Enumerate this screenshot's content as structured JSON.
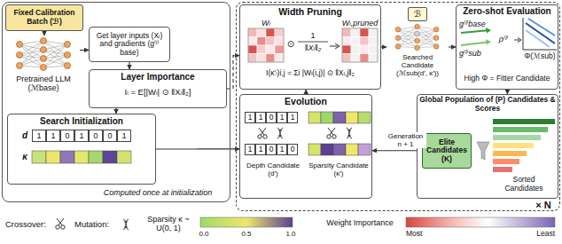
{
  "diagram": {
    "nodes": [
      {
        "text": [
          "Computed once at initialization"
        ]
      },
      {
        "text": [
          "Fixed Calibration Batch (ℬ)"
        ],
        "in": 0
      },
      {
        "text": [
          "Pretrained LLM (ℳbase)"
        ],
        "in": 0
      },
      {
        "text": [
          "Get layer inputs (Xₗ) and gradients (g⁽ˡ⁾base)"
        ],
        "in": 0
      },
      {
        "text": [
          "Layer Importance",
          "Iₗ = E[|Wₗ| ⊙ ‖Xₗ‖₂]"
        ],
        "in": 0
      },
      {
        "text": [
          "Search Initialization"
        ],
        "in": 0
      },
      {
        "text": [
          "× N"
        ]
      },
      {
        "text": [
          "Width Pruning",
          "I(κ′ₗ)i,j = Σi |Wₗ(i,j)| ⊙ ‖Xₗ,j‖₂"
        ],
        "in": 6
      },
      {
        "text": [
          "Searched Candidate (ℳsub(d′, κ′))"
        ],
        "in": 6
      },
      {
        "text": [
          "ℬ"
        ],
        "in": 8
      },
      {
        "text": [
          "Zero-shot Evaluation",
          "High Φ = Fitter Candidate"
        ],
        "in": 6
      },
      {
        "text": [
          "Global Population of (P) Candidates & Scores",
          "Sorted Candidates"
        ],
        "in": 6
      },
      {
        "text": [
          "Elite Candidates (K)"
        ],
        "in": 11
      },
      {
        "text": [
          "Evolution",
          "Depth Candidate (d′)",
          "Sparsity Candidate (κ′)"
        ],
        "in": 6
      }
    ],
    "edges": [
      {
        "from": 1,
        "to": 2,
        "arrow": "to"
      },
      {
        "from": 2,
        "to": 3,
        "arrow": "to"
      },
      {
        "from": 3,
        "to": 4,
        "arrow": "to"
      },
      {
        "from": 4,
        "to": 5,
        "arrow": "to"
      },
      {
        "from": 4,
        "to": 7,
        "arrow": "to"
      },
      {
        "from": 5,
        "to": 13,
        "arrow": "to"
      },
      {
        "from": 7,
        "to": 8,
        "arrow": "to"
      },
      {
        "from": 8,
        "to": 10,
        "arrow": "to"
      },
      {
        "from": 10,
        "to": 11,
        "arrow": "to"
      },
      {
        "from": 11,
        "to": 13,
        "label": "Generation n + 1",
        "arrow": "to"
      },
      {
        "from": 13,
        "to": 7,
        "arrow": "to"
      }
    ],
    "labels": [
      "d",
      "1",
      "1",
      "0",
      "1",
      "0",
      "0",
      "1",
      "κ",
      "Wₗ",
      "⊙",
      "1",
      "‖Xₗ‖₂",
      "Wₗ,pruned",
      "g⁽ˡ⁾base",
      "g⁽ˡ⁾sub",
      "ρ⁽ˡ⁾",
      "Φ(ℳsub)",
      "1",
      "1",
      "0",
      "1",
      "1",
      "1",
      "1",
      "0",
      "1",
      "0",
      "0.0",
      "0.5",
      "1.0",
      "Most",
      "Least"
    ],
    "legend": [
      {
        "text": "Crossover:"
      },
      {
        "text": "Mutation:"
      },
      {
        "text": "Sparsity κ ~ U(0, 1)"
      },
      {
        "text": "Weight Importance"
      }
    ]
  }
}
